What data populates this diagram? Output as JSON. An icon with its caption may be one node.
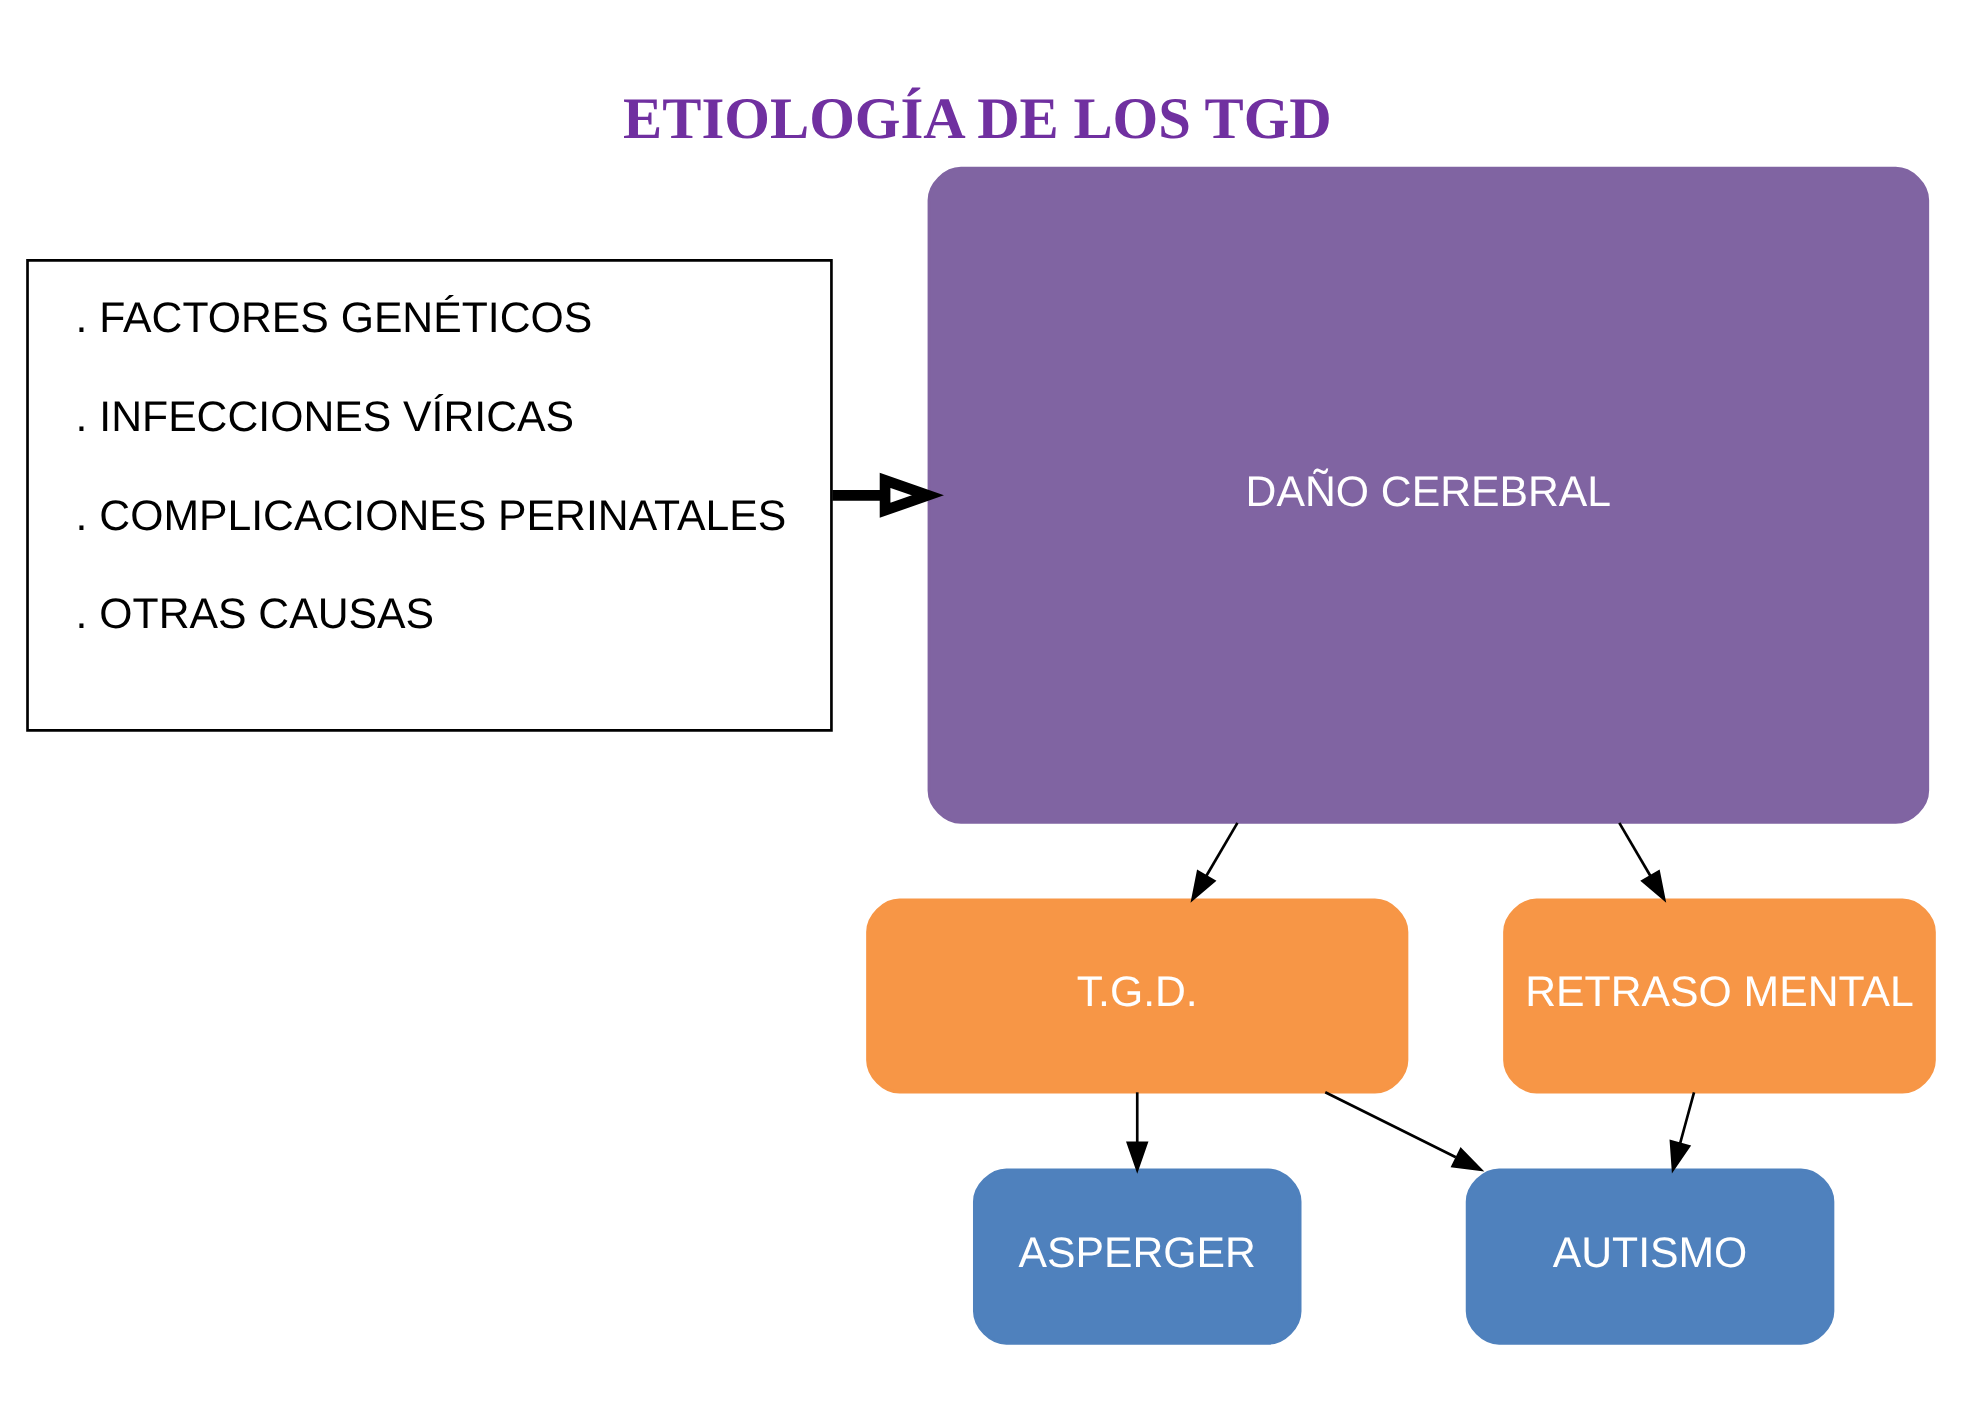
{
  "diagram": {
    "title": "ETIOLOGÍA DE LOS TGD",
    "nodes": [
      {
        "text": [
          ". FACTORES GENÉTICOS",
          ". INFECCIONES VÍRICAS",
          ". COMPLICACIONES PERINATALES",
          ". OTRAS CAUSAS"
        ]
      },
      {
        "text": [
          "DAÑO CEREBRAL"
        ]
      },
      {
        "text": [
          "T.G.D."
        ]
      },
      {
        "text": [
          "RETRASO MENTAL"
        ]
      },
      {
        "text": [
          "ASPERGER"
        ]
      },
      {
        "text": [
          "AUTISMO"
        ]
      }
    ],
    "edges": [
      {
        "from": 0,
        "to": 1,
        "arrow": "to",
        "style": "thick"
      },
      {
        "from": 1,
        "to": 2,
        "arrow": "to"
      },
      {
        "from": 1,
        "to": 3,
        "arrow": "to"
      },
      {
        "from": 2,
        "to": 4,
        "arrow": "to"
      },
      {
        "from": 2,
        "to": 5,
        "arrow": "to"
      },
      {
        "from": 3,
        "to": 5,
        "arrow": "to"
      }
    ]
  }
}
